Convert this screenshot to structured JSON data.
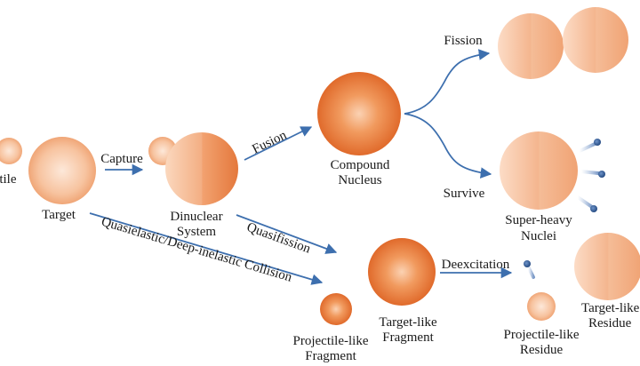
{
  "labels": {
    "projectile": "Projectile",
    "target": "Target",
    "capture": "Capture",
    "dinuclear_1": "Dinuclear",
    "dinuclear_2": "System",
    "fusion": "Fusion",
    "compound_1": "Compound",
    "compound_2": "Nucleus",
    "fission": "Fission",
    "survive": "Survive",
    "superheavy_1": "Super-heavy",
    "superheavy_2": "Nuclei",
    "quasifission": "Quasifission",
    "quasielastic": "Quasielastic/Deep-inelastic Collision",
    "deexcitation": "Deexcitation",
    "plf_1": "Projectile-like",
    "plf_2": "Fragment",
    "tlf_1": "Target-like",
    "tlf_2": "Fragment",
    "plr_1": "Projectile-like",
    "plr_2": "Residue",
    "tlr_1": "Target-like",
    "tlr_2": "Residue"
  },
  "colors": {
    "arrow": "#3d6fae",
    "sphere_light": "#f8c9a8",
    "sphere_mid": "#f0a677",
    "sphere_deep": "#e6793c",
    "particle": "#2f5a95"
  }
}
